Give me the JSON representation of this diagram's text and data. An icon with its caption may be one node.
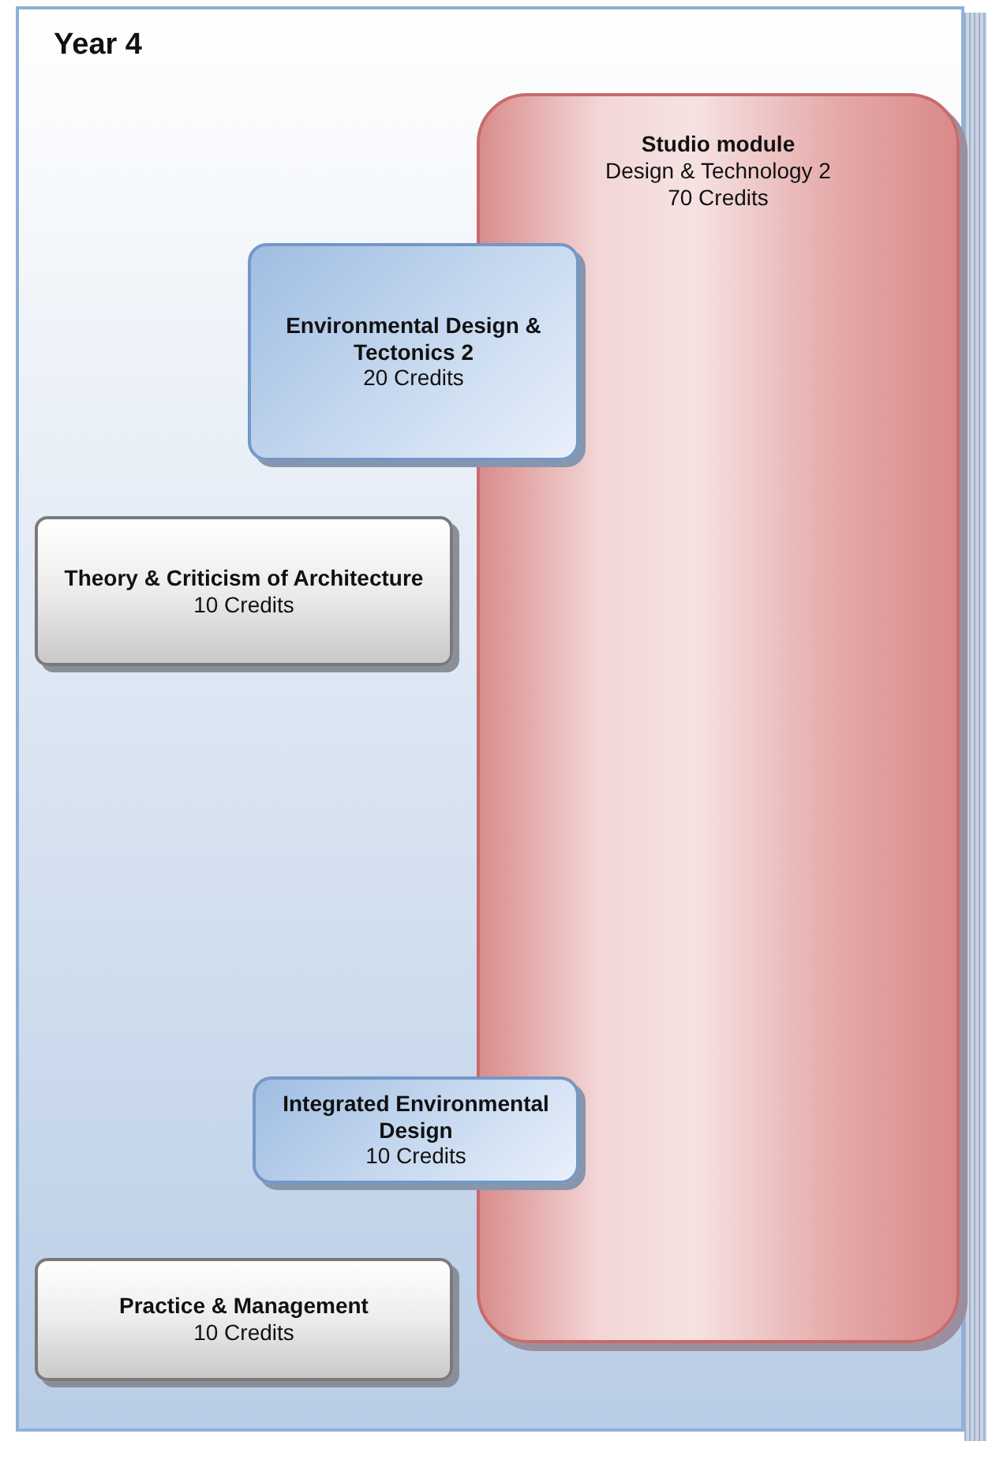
{
  "diagram": {
    "nodes": [
      {
        "text": [
          "Year 4"
        ]
      },
      {
        "text": [
          "Studio module",
          "Design & Technology 2",
          "70 Credits"
        ],
        "in": 0
      },
      {
        "text": [
          "Environmental Design & Tectonics 2",
          "20 Credits"
        ],
        "in": 0
      },
      {
        "text": [
          "Theory & Criticism of Architecture",
          "10 Credits"
        ],
        "in": 0
      },
      {
        "text": [
          "Integrated Environmental Design",
          "10 Credits"
        ],
        "in": 0
      },
      {
        "text": [
          "Practice & Management",
          "10 Credits"
        ],
        "in": 0
      }
    ]
  }
}
